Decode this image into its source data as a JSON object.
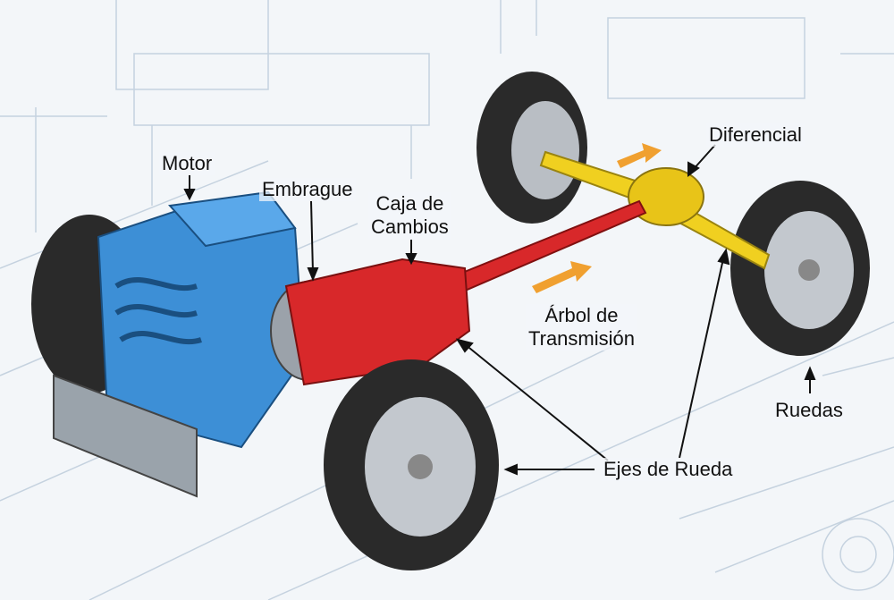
{
  "labels": {
    "motor": "Motor",
    "embrague": "Embrague",
    "caja_line1": "Caja de",
    "caja_line2": "Cambios",
    "arbol_line1": "Árbol de",
    "arbol_line2": "Transmisión",
    "diferencial": "Diferencial",
    "ruedas": "Ruedas",
    "ejes": "Ejes de Rueda"
  },
  "colors": {
    "engine": "#3d8fd6",
    "gearbox": "#d8282a",
    "differential": "#f0d020",
    "tire": "#2a2a2a",
    "rim": "#b9bec4",
    "sketch": "#c5d2df",
    "arrow_orange": "#f0a030"
  }
}
